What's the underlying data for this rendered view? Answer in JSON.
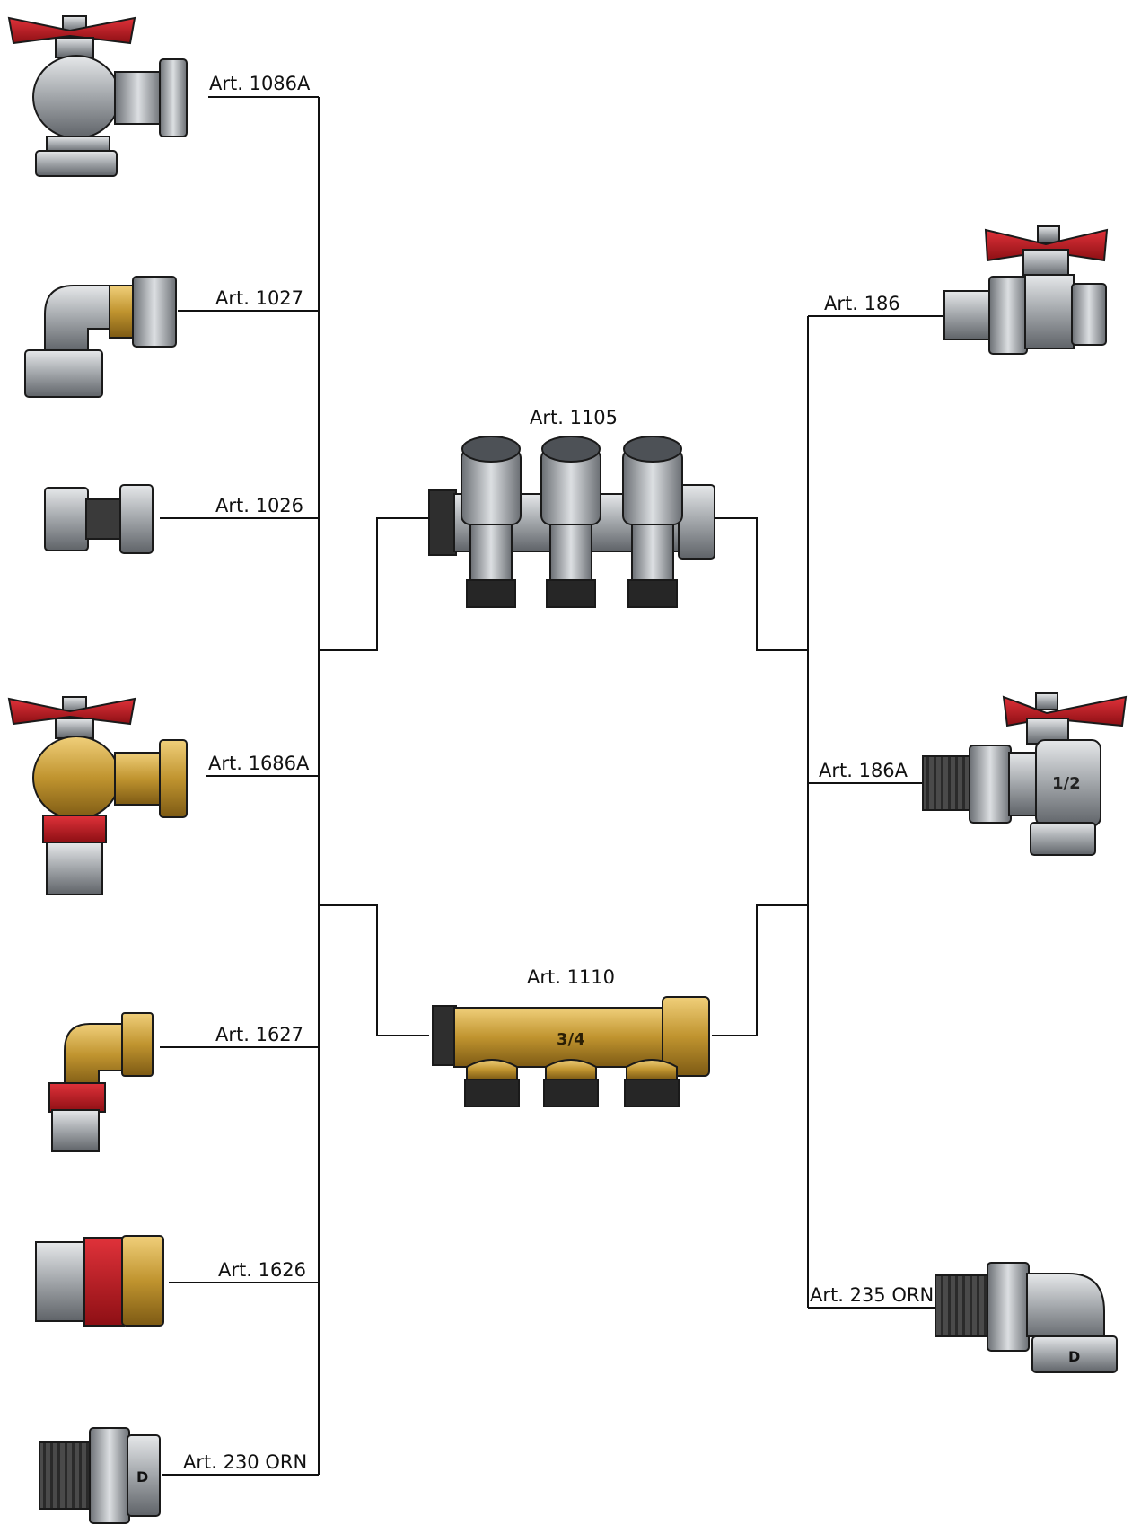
{
  "labels": {
    "art_1086a": "Art. 1086A",
    "art_1027": "Art. 1027",
    "art_1026": "Art. 1026",
    "art_1686a": "Art. 1686A",
    "art_1627": "Art. 1627",
    "art_1626": "Art. 1626",
    "art_230_orn": "Art. 230 ORN",
    "art_1105": "Art. 1105",
    "art_1110": "Art. 1110",
    "art_186": "Art. 186",
    "art_186a": "Art. 186A",
    "art_235_orn": "Art. 235 ORN"
  },
  "markings": {
    "size_1110": "3/4",
    "size_186a": "1/2",
    "mark_letter": "D"
  },
  "colors": {
    "line": "#111111",
    "handle_red": "#c0161e",
    "steel": "#9a9ea3",
    "steel_light": "#d3d6d9",
    "steel_dark": "#5f6368",
    "brass": "#b98d2e",
    "brass_light": "#e0b75a",
    "thread_dark": "#333333"
  }
}
